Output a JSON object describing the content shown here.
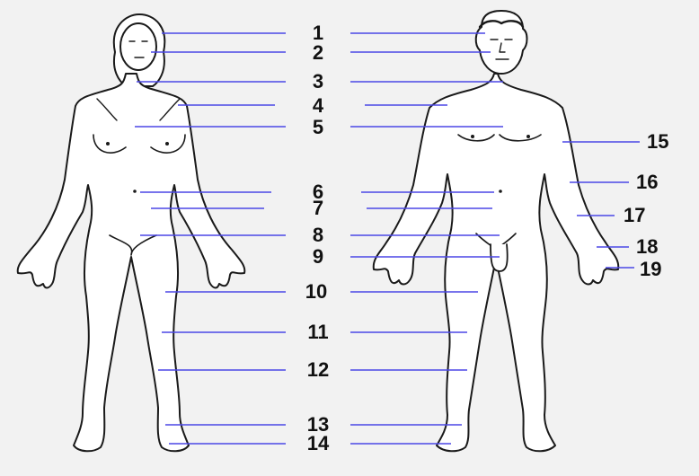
{
  "labels": {
    "center": [
      "1",
      "2",
      "3",
      "4",
      "5",
      "6",
      "7",
      "8",
      "9",
      "10",
      "11",
      "12",
      "13",
      "14"
    ],
    "right": [
      "15",
      "16",
      "17",
      "18",
      "19"
    ]
  },
  "colors": {
    "background": "#f2f2f2",
    "leader_line": "#4b47e6",
    "outline": "#1a1a1a",
    "skin": "#ffffff"
  },
  "figures": [
    "female-figure",
    "male-figure"
  ]
}
